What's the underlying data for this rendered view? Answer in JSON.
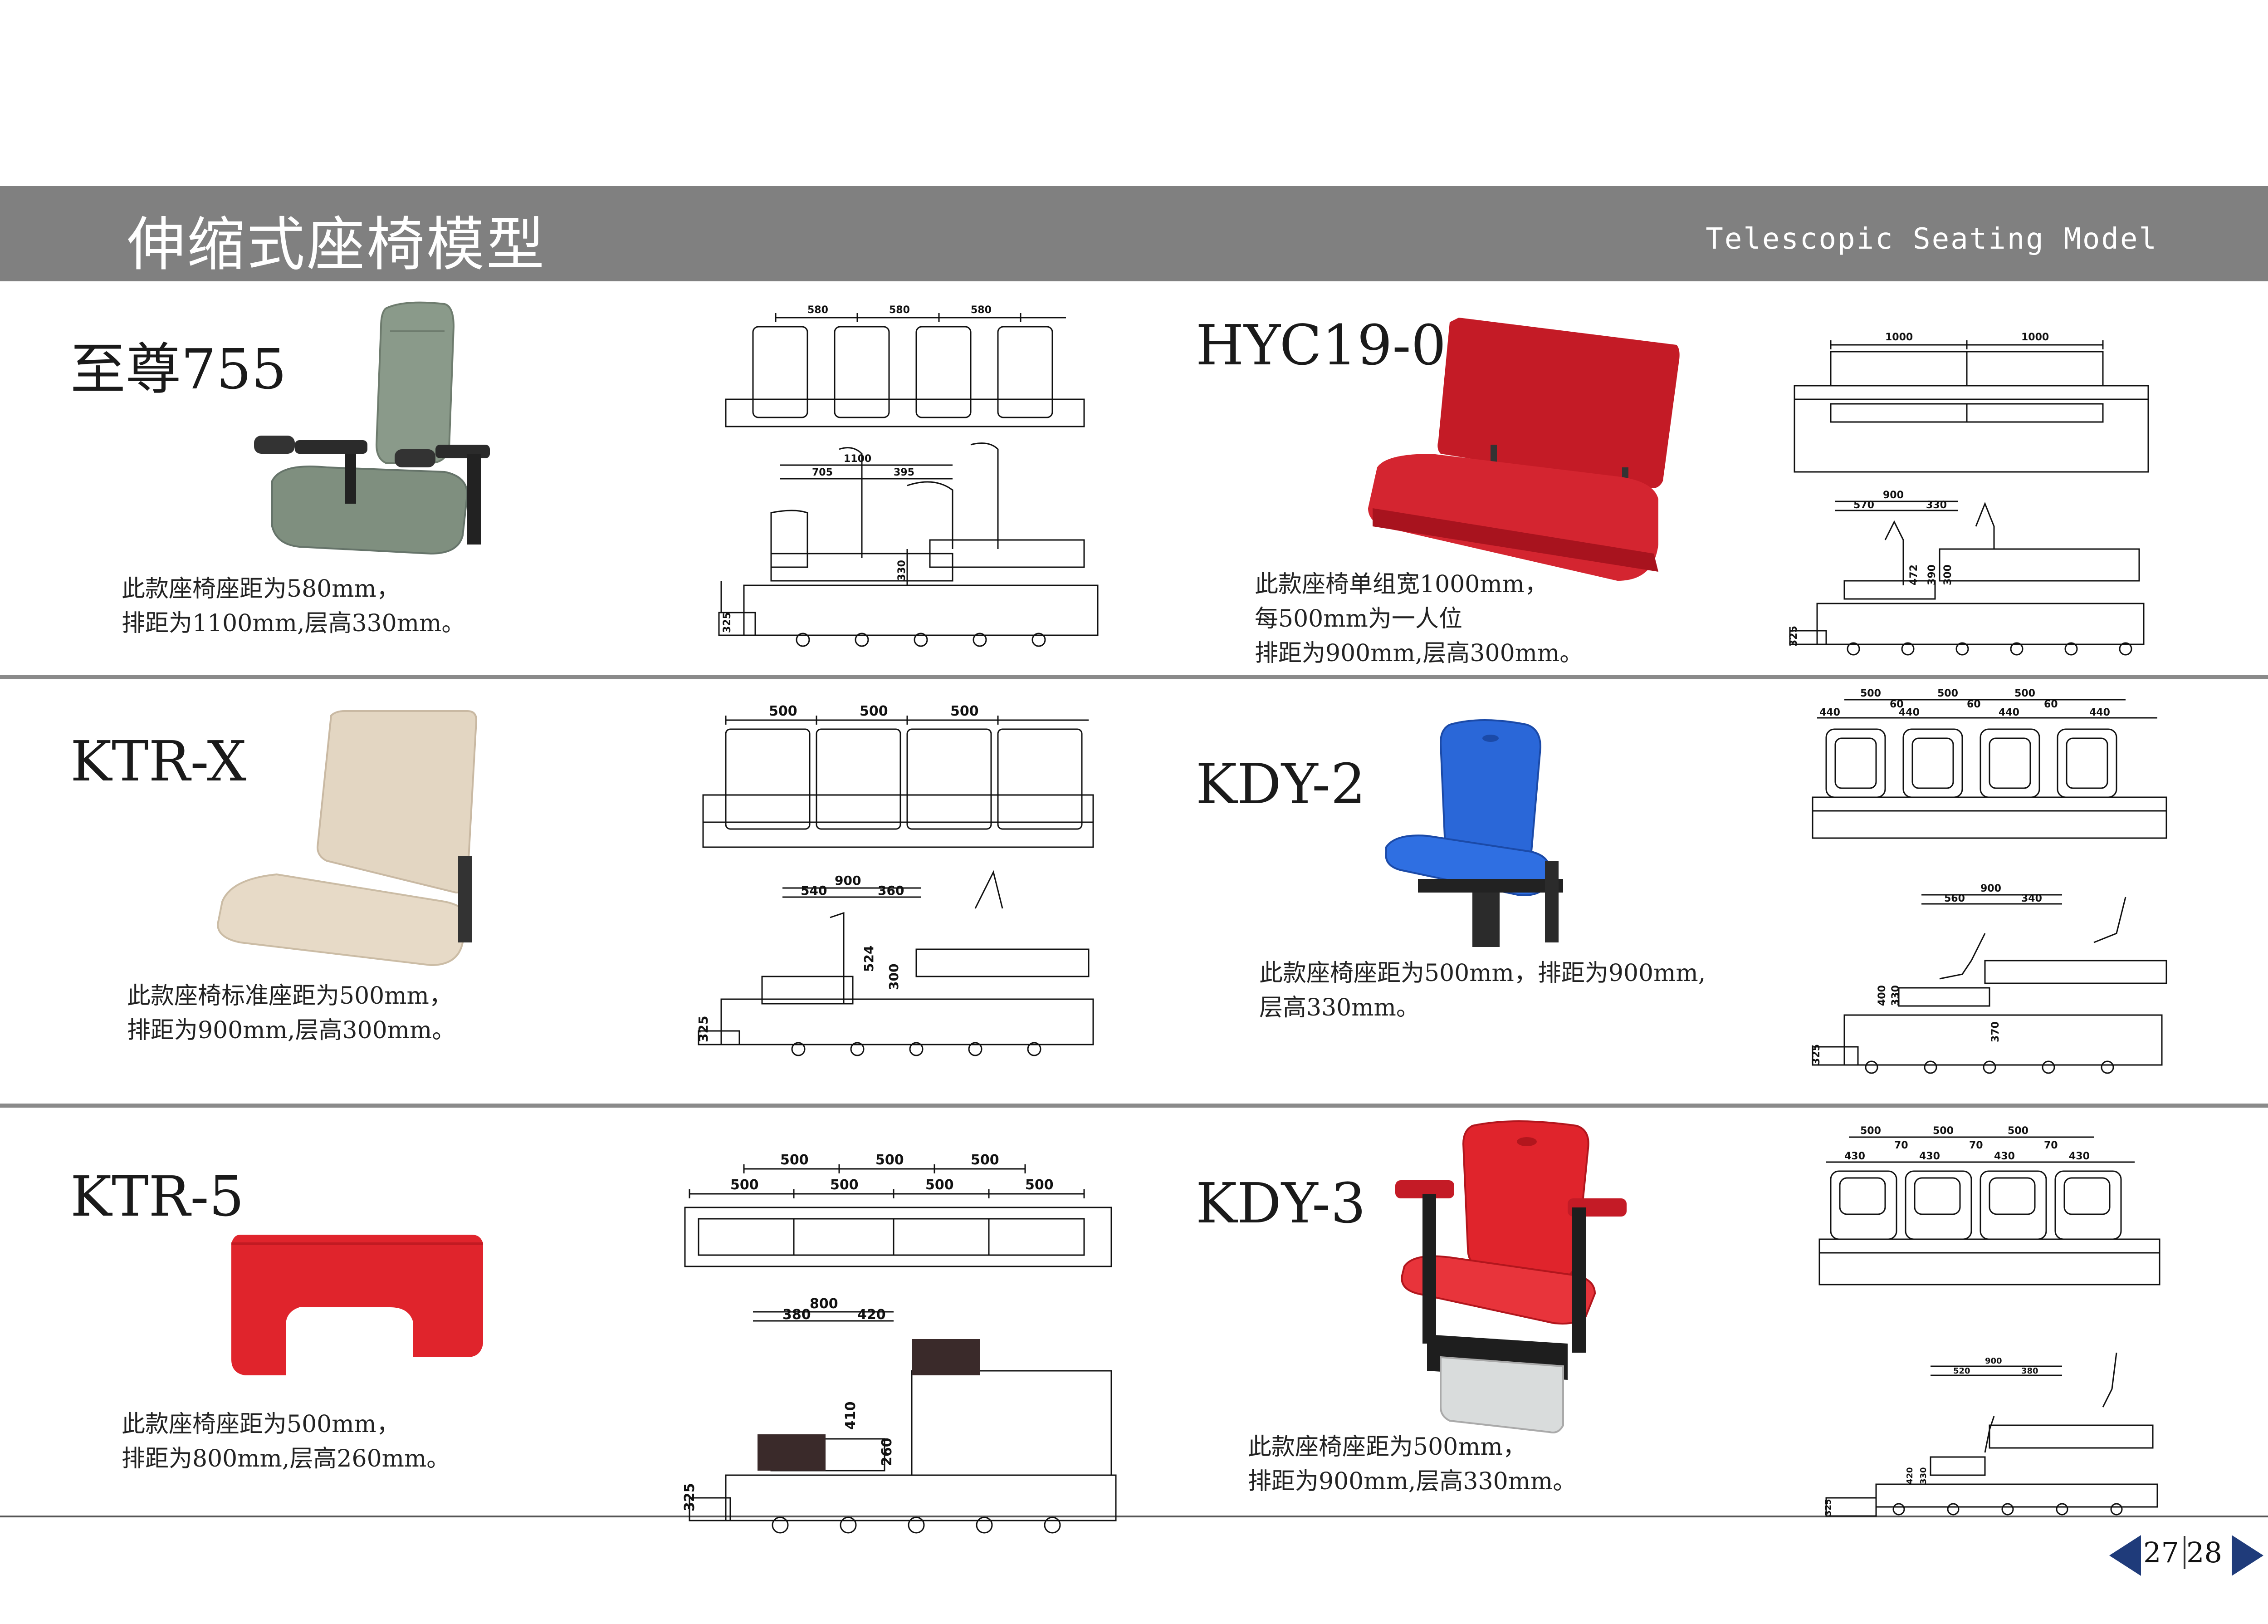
{
  "header": {
    "title_cn": "伸缩式座椅模型",
    "title_en": "Telescopic Seating Model"
  },
  "products": [
    {
      "model": "至尊755",
      "desc": [
        "此款座椅座距为580mm，",
        "排距为1100mm,层高330mm。"
      ],
      "dims": {
        "seat": [
          "580",
          "580",
          "580"
        ],
        "row": "1100",
        "split": [
          "705",
          "395"
        ],
        "h1": "330",
        "h2": "325"
      }
    },
    {
      "model": "HYC19-06",
      "desc": [
        "此款座椅单组宽1000mm，",
        "每500mm为一人位",
        "排距为900mm,层高300mm。"
      ],
      "dims": {
        "seat": [
          "1000",
          "1000"
        ],
        "row": "900",
        "split": [
          "570",
          "330"
        ],
        "h1": "472",
        "h2": "390",
        "h3": "300",
        "h4": "325"
      }
    },
    {
      "model": "KTR-X",
      "desc": [
        "此款座椅标准座距为500mm，",
        "排距为900mm,层高300mm。"
      ],
      "dims": {
        "seat": [
          "500",
          "500",
          "500"
        ],
        "row": "900",
        "split": [
          "540",
          "360"
        ],
        "h1": "524",
        "h2": "300",
        "h3": "325"
      }
    },
    {
      "model": "KDY-2",
      "desc": [
        "此款座椅座距为500mm，排距为900mm,",
        "层高330mm。"
      ],
      "dims": {
        "top": [
          "500",
          "500",
          "500"
        ],
        "gap": [
          "60",
          "60",
          "60"
        ],
        "seat": [
          "440",
          "440",
          "440",
          "440"
        ],
        "row": "900",
        "split": [
          "560",
          "340"
        ],
        "h1": "400",
        "h2": "330",
        "h3": "370",
        "h4": "325"
      }
    },
    {
      "model": "KTR-5",
      "desc": [
        "此款座椅座距为500mm，",
        "排距为800mm,层高260mm。"
      ],
      "dims": {
        "top": [
          "500",
          "500",
          "500"
        ],
        "seat": [
          "500",
          "500",
          "500",
          "500"
        ],
        "row": "800",
        "split": [
          "380",
          "420"
        ],
        "h1": "410",
        "h2": "260",
        "h3": "325"
      }
    },
    {
      "model": "KDY-3",
      "desc": [
        "此款座椅座距为500mm，",
        "排距为900mm,层高330mm。"
      ],
      "dims": {
        "top": [
          "500",
          "500",
          "500"
        ],
        "gap": [
          "70",
          "70",
          "70"
        ],
        "seat": [
          "430",
          "430",
          "430",
          "430"
        ],
        "row": "900",
        "split": [
          "520",
          "380"
        ],
        "h1": "420",
        "h2": "330",
        "h3": "325"
      }
    }
  ],
  "pager": {
    "left": "27",
    "right": "28"
  },
  "colors": {
    "banner": "#808080",
    "green_seat": "#7f8f7f",
    "beige_seat": "#e3d6c2",
    "blue_seat": "#2a67d8",
    "red_seat": "#e0242c",
    "pager_arrow": "#1f3b7a"
  }
}
